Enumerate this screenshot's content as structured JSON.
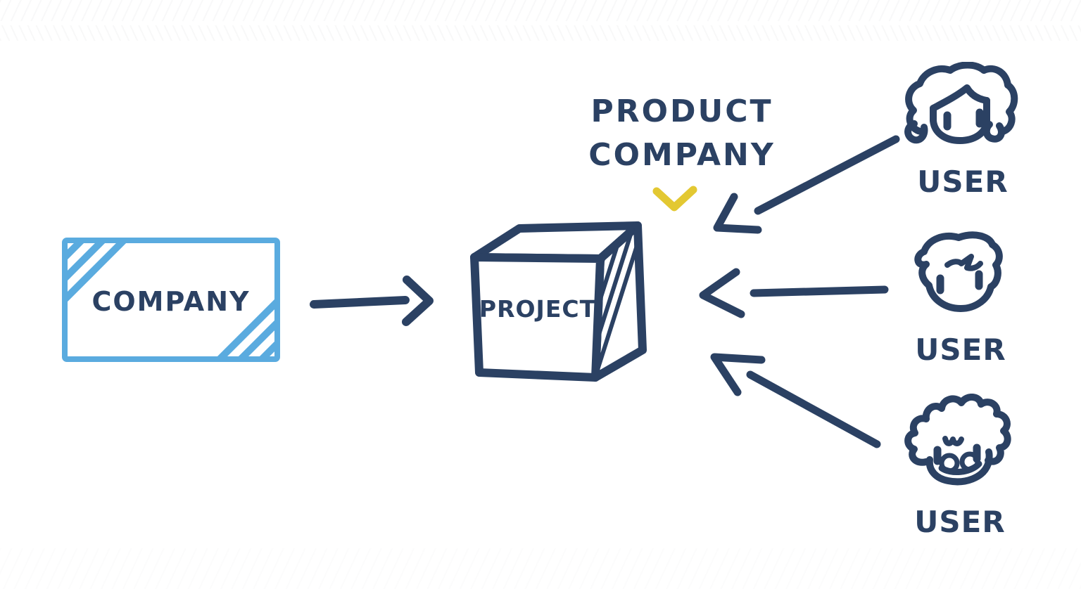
{
  "diagram": {
    "company": {
      "label": "COMPANY"
    },
    "project": {
      "label": "PROJECT"
    },
    "annotation": {
      "line1": "PRODUCT",
      "line2": "COMPANY"
    },
    "users": [
      {
        "label": "USER"
      },
      {
        "label": "USER"
      },
      {
        "label": "USER"
      }
    ],
    "colors": {
      "ink_navy": "#2b4163",
      "company_blue": "#5aabdf",
      "highlight_yellow": "#e3c832",
      "background": "#ffffff"
    }
  }
}
